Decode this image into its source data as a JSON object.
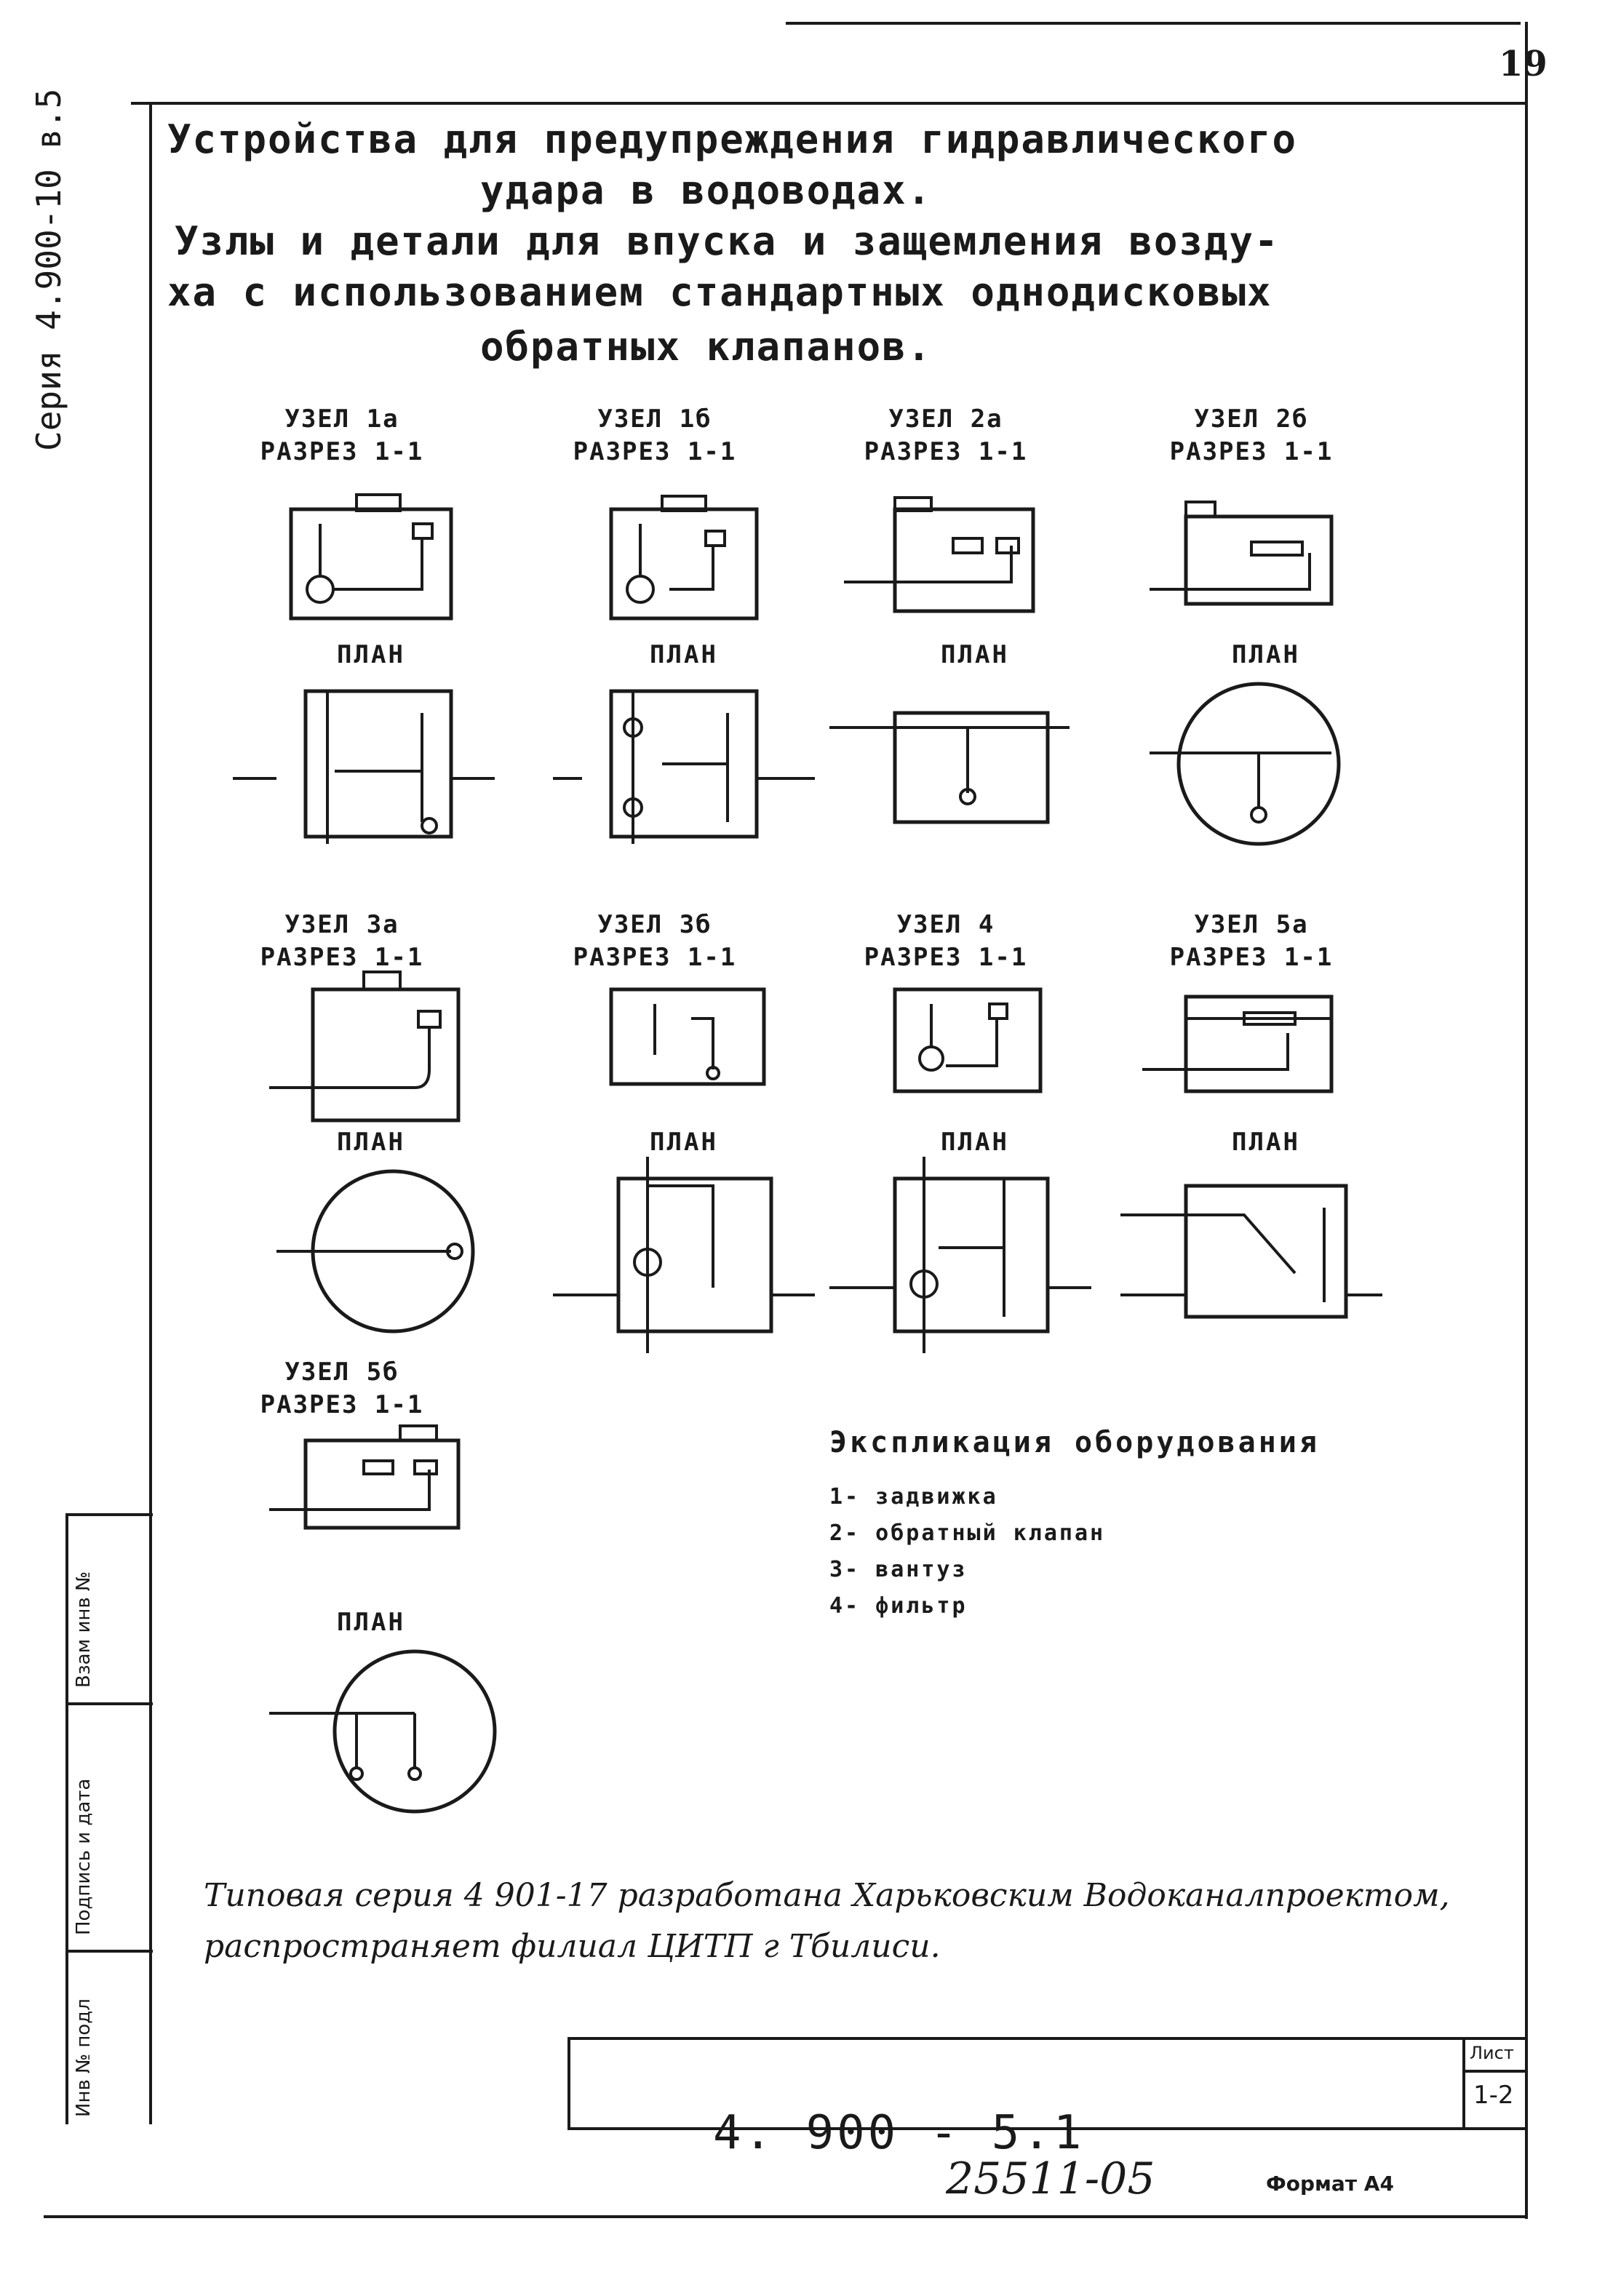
{
  "page_number": "19",
  "side_serial": "Серия 4.900-10 в.5",
  "title_lines": [
    "Устройства для предупреждения гидравлического",
    "удара в водоводах.",
    "Узлы и детали для впуска и защемления возду-",
    "ха с использованием стандартных однодисковых",
    "обратных клапанов."
  ],
  "nodes": [
    {
      "title": "УЗЕЛ 1а",
      "section": "РАЗРЕЗ 1-1",
      "plan": "ПЛАН"
    },
    {
      "title": "УЗЕЛ 1б",
      "section": "РАЗРЕЗ 1-1",
      "plan": "ПЛАН"
    },
    {
      "title": "УЗЕЛ 2а",
      "section": "РАЗРЕЗ 1-1",
      "plan": "ПЛАН"
    },
    {
      "title": "УЗЕЛ 2б",
      "section": "РАЗРЕЗ 1-1",
      "plan": "ПЛАН"
    },
    {
      "title": "УЗЕЛ 3а",
      "section": "РАЗРЕЗ 1-1",
      "plan": "ПЛАН"
    },
    {
      "title": "УЗЕЛ 3б",
      "section": "РАЗРЕЗ 1-1",
      "plan": "ПЛАН"
    },
    {
      "title": "УЗЕЛ 4",
      "section": "РАЗРЕЗ 1-1",
      "plan": "ПЛАН"
    },
    {
      "title": "УЗЕЛ 5а",
      "section": "РАЗРЕЗ 1-1",
      "plan": "ПЛАН"
    },
    {
      "title": "УЗЕЛ 5б",
      "section": "РАЗРЕЗ 1-1",
      "plan": "ПЛАН"
    }
  ],
  "legend": {
    "title": "Экспликация оборудования",
    "items": [
      "1- задвижка",
      "2- обратный клапан",
      "3- вантуз",
      "4- фильтр"
    ]
  },
  "note_lines": [
    "Типовая серия 4 901-17 разработана Харьковским Водоканалпроектом,",
    "распространяет филиал ЦИТП г Тбилиси."
  ],
  "stamp": {
    "cells": [
      "Инв № подл",
      "Подпись и дата",
      "Взам инв №"
    ]
  },
  "doc_number": "4. 900 - 5.1",
  "sheet": {
    "label": "Лист",
    "value": "1-2"
  },
  "handwritten_number": "25511-05",
  "format_label": "Формат А4"
}
